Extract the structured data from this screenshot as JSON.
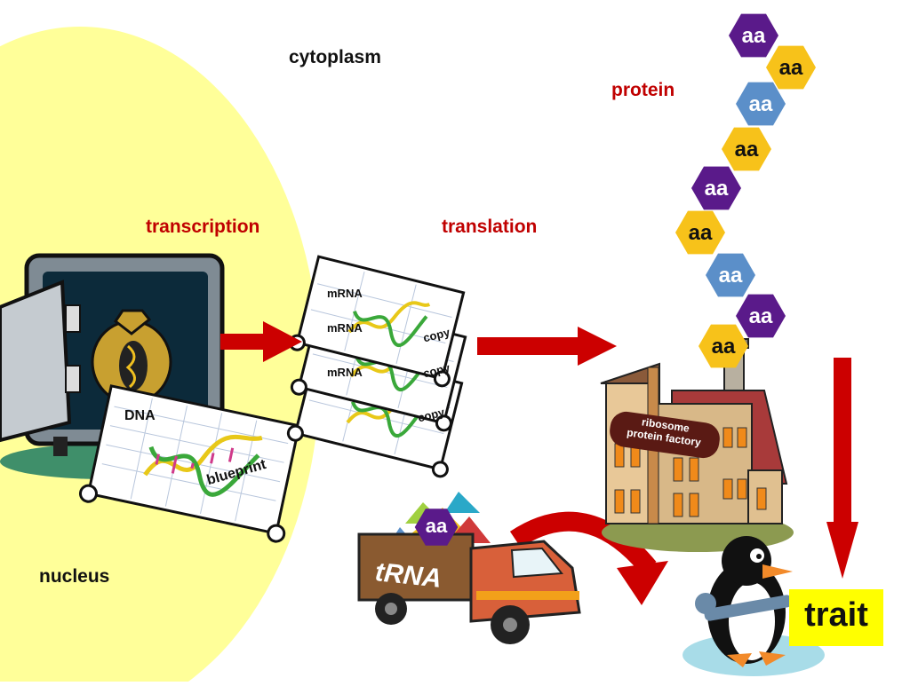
{
  "labels": {
    "cytoplasm": "cytoplasm",
    "nucleus": "nucleus",
    "transcription": "transcription",
    "translation": "translation",
    "protein": "protein",
    "trait": "trait"
  },
  "dna_sheet": {
    "label": "DNA",
    "caption": "blueprint"
  },
  "mrna_sheets": [
    {
      "label": "mRNA",
      "caption": "copy"
    },
    {
      "label": "mRNA",
      "caption": "copy"
    },
    {
      "label": "mRNA",
      "caption": "copy"
    }
  ],
  "ribosome": {
    "line1": "ribosome",
    "line2": "protein factory"
  },
  "trna": {
    "label": "tRNA",
    "cargo": "aa"
  },
  "amino_acids": [
    {
      "text": "aa",
      "color": "#5a1a8a"
    },
    {
      "text": "aa",
      "color": "#f7c21a"
    },
    {
      "text": "aa",
      "color": "#5b8fc9"
    },
    {
      "text": "aa",
      "color": "#f7c21a"
    },
    {
      "text": "aa",
      "color": "#5a1a8a"
    },
    {
      "text": "aa",
      "color": "#f7c21a"
    },
    {
      "text": "aa",
      "color": "#5b8fc9"
    },
    {
      "text": "aa",
      "color": "#5a1a8a"
    },
    {
      "text": "aa",
      "color": "#f7c21a"
    }
  ],
  "colors": {
    "nucleus": "#ffff99",
    "arrow": "#cc0000",
    "trait_box": "#ffff00",
    "process_label": "#c00000"
  }
}
